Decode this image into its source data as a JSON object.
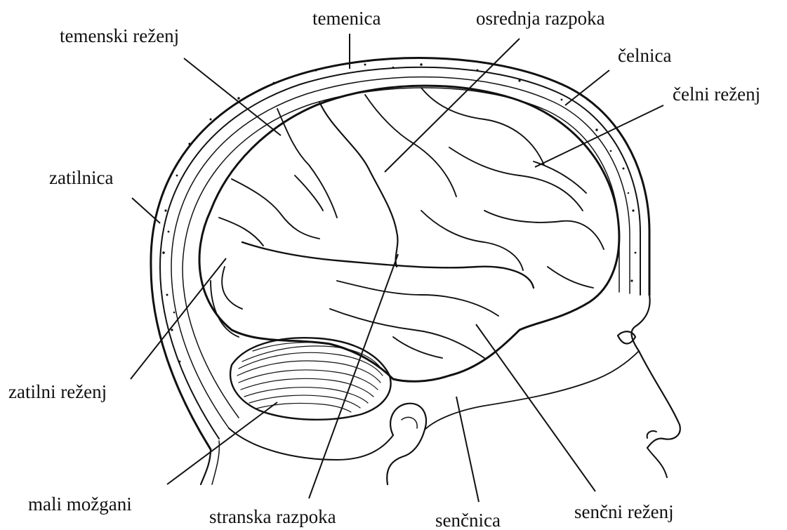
{
  "labels": {
    "temenica": "temenica",
    "osrednja_razpoka": "osrednja razpoka",
    "temenski_rezenj": "temenski reženj",
    "celnica": "čelnica",
    "celni_rezenj": "čelni reženj",
    "zatilnica": "zatilnica",
    "zatilni_rezenj": "zatilni reženj",
    "mali_mozgani": "mali možgani",
    "stranska_razpoka": "stranska razpoka",
    "sencnica": "senčnica",
    "sencni_rezenj": "senčni reženj"
  },
  "colors": {
    "ink": "#111111",
    "background": "#ffffff"
  }
}
